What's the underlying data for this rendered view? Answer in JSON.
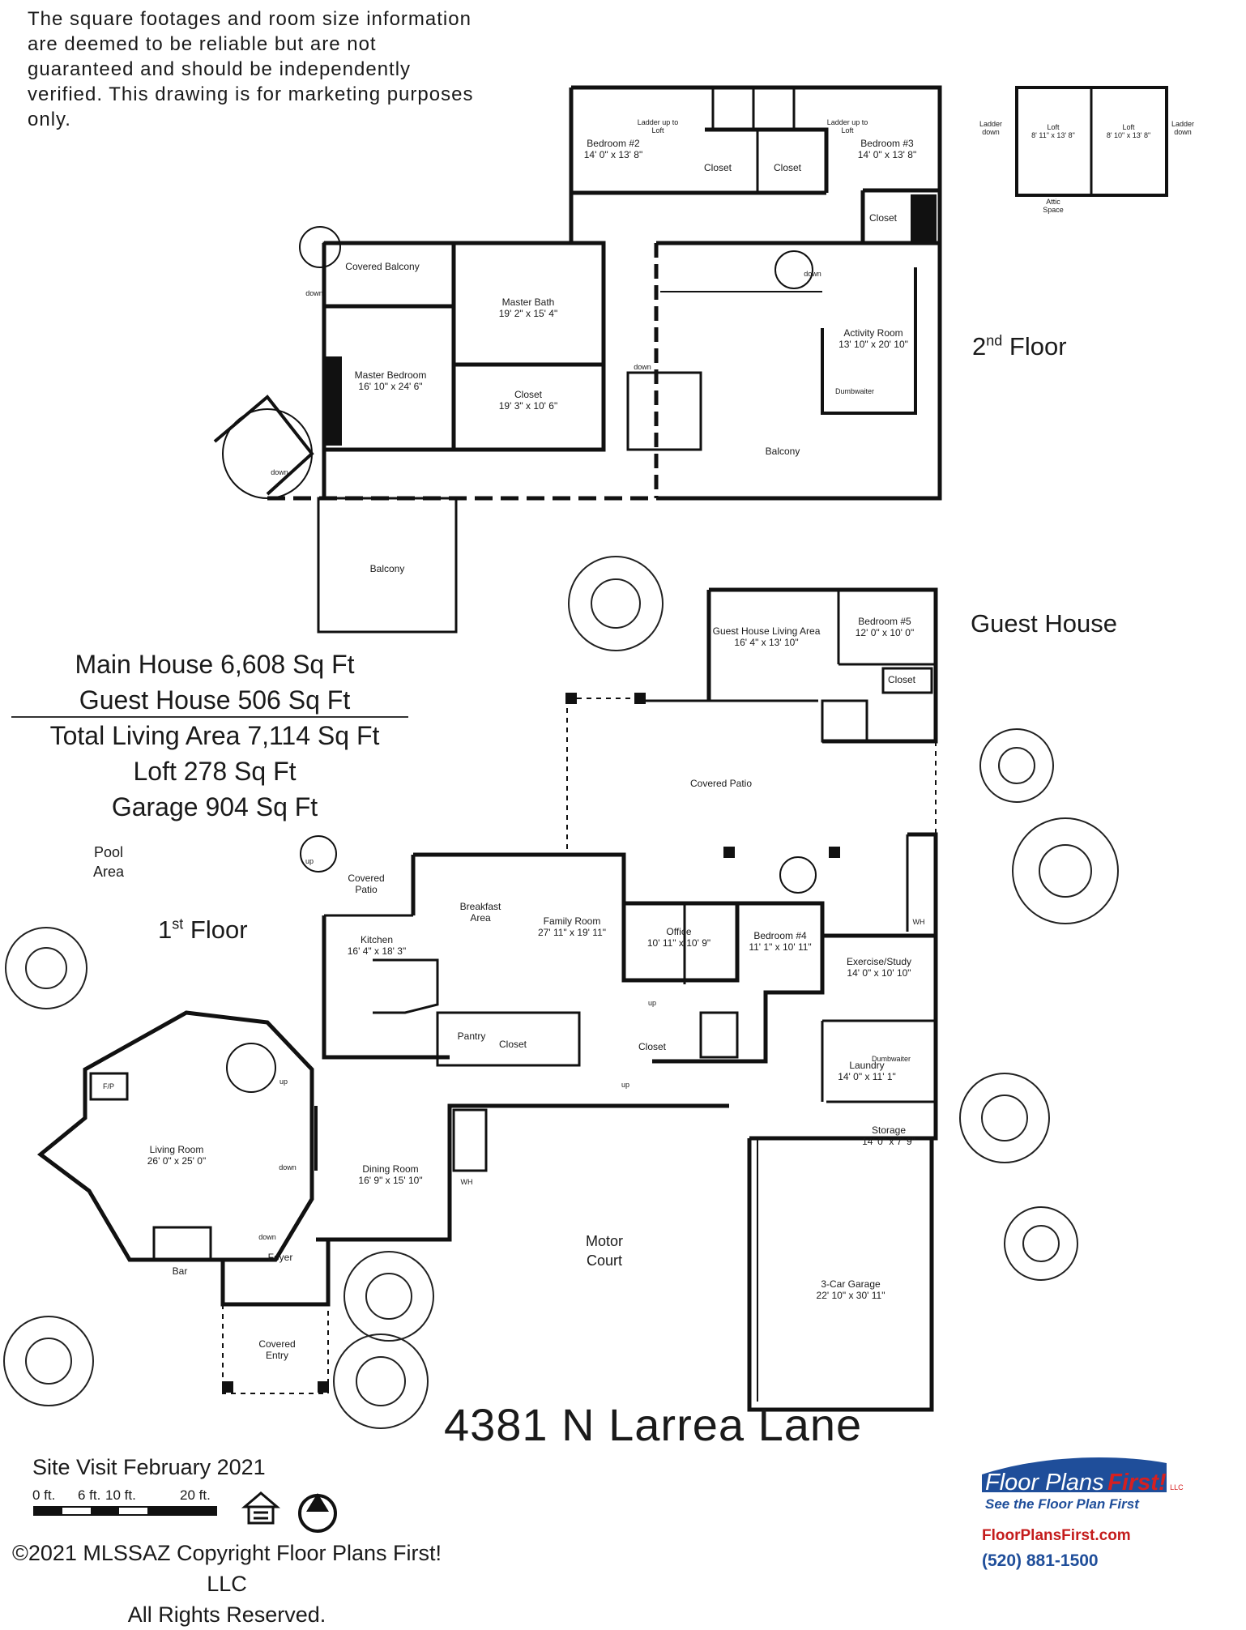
{
  "disclaimer": "The square footages and room size information are deemed to be reliable but are not guaranteed and should be independently verified. This drawing is for marketing purposes only.",
  "floors": {
    "second": {
      "num": "2",
      "sup": "nd",
      "word": "Floor"
    },
    "first": {
      "num": "1",
      "sup": "st",
      "word": "Floor"
    },
    "guest": "Guest House"
  },
  "areas": [
    "Main House 6,608 Sq Ft",
    "Guest House 506 Sq Ft",
    "Total Living Area 7,114 Sq Ft",
    "Loft 278 Sq Ft",
    "Garage 904 Sq Ft"
  ],
  "rooms": {
    "bedroom2": {
      "name": "Bedroom #2",
      "dim": "14' 0\" x 13' 8\""
    },
    "bedroom3": {
      "name": "Bedroom #3",
      "dim": "14' 0\" x 13' 8\""
    },
    "loft_a": {
      "name": "Loft",
      "dim": "8' 11\" x 13' 8\""
    },
    "loft_b": {
      "name": "Loft",
      "dim": "8' 10\" x 13' 8\""
    },
    "covered_balcony": {
      "name": "Covered Balcony"
    },
    "master_bath": {
      "name": "Master Bath",
      "dim": "19' 2\" x 15' 4\""
    },
    "master_bedroom": {
      "name": "Master Bedroom",
      "dim": "16' 10\" x 24' 6\""
    },
    "master_closet": {
      "name": "Closet",
      "dim": "19' 3\" x 10' 6\""
    },
    "activity_room": {
      "name": "Activity Room",
      "dim": "13' 10\" x 20' 10\""
    },
    "balcony_upper": {
      "name": "Balcony"
    },
    "balcony_lower": {
      "name": "Balcony"
    },
    "guest_living": {
      "name": "Guest House Living Area",
      "dim": "16' 4\" x 13' 10\""
    },
    "bedroom5": {
      "name": "Bedroom #5",
      "dim": "12' 0\" x 10' 0\""
    },
    "covered_patio_big": {
      "name": "Covered Patio"
    },
    "pool": {
      "name": "Pool Area"
    },
    "covered_patio_small": {
      "name": "Covered Patio"
    },
    "breakfast": {
      "name": "Breakfast Area"
    },
    "family_room": {
      "name": "Family Room",
      "dim": "27' 11\" x 19' 11\""
    },
    "office": {
      "name": "Office",
      "dim": "10' 11\" x 10' 9\""
    },
    "bedroom4": {
      "name": "Bedroom #4",
      "dim": "11' 1\" x 10' 11\""
    },
    "kitchen": {
      "name": "Kitchen",
      "dim": "16' 4\" x 18' 3\""
    },
    "exercise": {
      "name": "Exercise/Study",
      "dim": "14' 0\" x 10' 10\""
    },
    "pantry": {
      "name": "Pantry"
    },
    "laundry": {
      "name": "Laundry",
      "dim": "14' 0\" x 11' 1\""
    },
    "living_room": {
      "name": "Living Room",
      "dim": "26' 0\" x 25' 0\""
    },
    "dining_room": {
      "name": "Dining Room",
      "dim": "16' 9\" x 15' 10\""
    },
    "storage": {
      "name": "Storage",
      "dim": "14' 0\" x 7' 9\""
    },
    "motor_court": {
      "name": "Motor Court"
    },
    "bar": {
      "name": "Bar"
    },
    "foyer": {
      "name": "Foyer"
    },
    "garage": {
      "name": "3-Car Garage",
      "dim": "22' 10\" x 30' 11\""
    },
    "covered_entry": {
      "name": "Covered Entry"
    }
  },
  "small_labels": {
    "closet": "Closet",
    "ladder_up": "Ladder up to Loft",
    "ladder_down": "Ladder down",
    "attic": "Attic Space",
    "dumbwaiter": "Dumbwaiter",
    "down": "down",
    "up": "up",
    "fp": "F/P",
    "wh": "WH"
  },
  "address": "4381 N Larrea Lane",
  "site_visit": "Site Visit February 2021",
  "scale": {
    "zero": "0 ft.",
    "six": "6 ft.",
    "ten": "10 ft.",
    "twenty": "20 ft."
  },
  "copyright": [
    "©2021 MLSSAZ Copyright Floor Plans First! LLC",
    "All Rights Reserved."
  ],
  "logo": {
    "brand": "Floor Plans",
    "brand_accent": "First!",
    "llc": "LLC",
    "tagline": "See the Floor Plan First",
    "url": "FloorPlansFirst.com",
    "phone": "(520) 881-1500"
  },
  "colors": {
    "walls": "#111111",
    "brand_blue": "#1f4e9a",
    "brand_red": "#d62020"
  }
}
